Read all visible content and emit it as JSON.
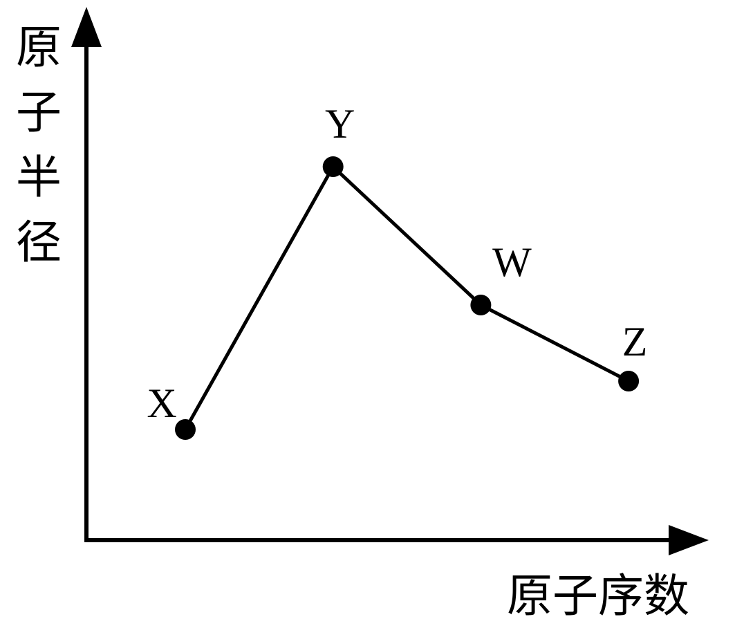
{
  "chart_data": {
    "type": "line",
    "title": "",
    "xlabel": "原子序数",
    "ylabel": "原子半径",
    "grid": false,
    "legend": "none",
    "series": [
      {
        "points": [
          {
            "label": "X",
            "x": 1,
            "y": 1.6
          },
          {
            "label": "Y",
            "x": 2,
            "y": 5.4
          },
          {
            "label": "W",
            "x": 3,
            "y": 3.4
          },
          {
            "label": "Z",
            "x": 4,
            "y": 2.3
          }
        ]
      }
    ],
    "colors": {
      "line": "#000000",
      "marker": "#000000",
      "axis": "#000000"
    }
  }
}
